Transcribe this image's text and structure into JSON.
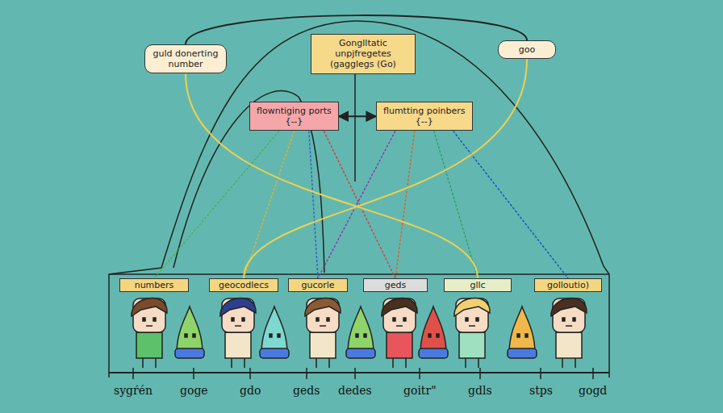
{
  "diagram": {
    "nodes": [
      {
        "text": [
          "guld donerting number"
        ]
      },
      {
        "text": [
          "Gonglltatic unpjfregetes (gagglegs (Go)"
        ]
      },
      {
        "text": [
          "goo"
        ]
      },
      {
        "text": [
          "flowntiging ports",
          "{--}"
        ]
      },
      {
        "text": [
          "flumtting poinbers",
          "{--}"
        ]
      },
      {
        "text": [
          "numbers"
        ]
      },
      {
        "text": [
          "geocodlecs"
        ]
      },
      {
        "text": [
          "gucorle"
        ]
      },
      {
        "text": [
          "geds"
        ]
      },
      {
        "text": [
          "gllc"
        ]
      },
      {
        "text": [
          "golloutio)"
        ]
      }
    ],
    "edges": [
      {
        "from": 0,
        "to": 2,
        "arrow": "none"
      },
      {
        "from": 3,
        "to": 4,
        "arrow": "both"
      },
      {
        "from": 3,
        "to": 5,
        "arrow": "none"
      },
      {
        "from": 3,
        "to": 6,
        "arrow": "none"
      },
      {
        "from": 3,
        "to": 7,
        "arrow": "none"
      },
      {
        "from": 3,
        "to": 8,
        "arrow": "none"
      },
      {
        "from": 4,
        "to": 7,
        "arrow": "none"
      },
      {
        "from": 4,
        "to": 8,
        "arrow": "none"
      },
      {
        "from": 4,
        "to": 9,
        "arrow": "none"
      },
      {
        "from": 4,
        "to": 10,
        "arrow": "none"
      },
      {
        "from": 0,
        "to": 9,
        "arrow": "none"
      },
      {
        "from": 2,
        "to": 6,
        "arrow": "none"
      }
    ],
    "labels": [
      "sygŕén",
      "goge",
      "gdo",
      "geds",
      "dedes",
      "goitr\"",
      "gdls",
      "stps",
      "gogd"
    ]
  }
}
